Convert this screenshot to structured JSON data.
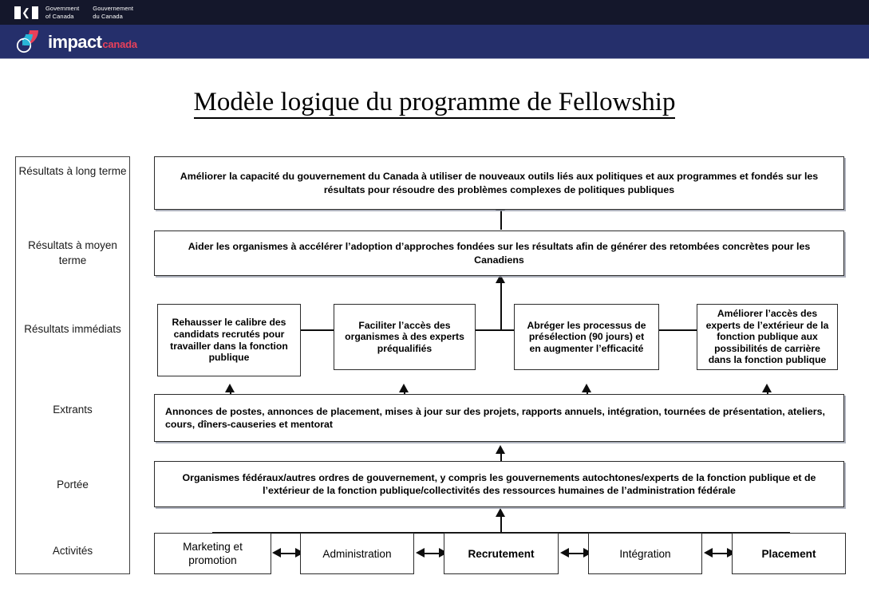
{
  "header": {
    "goc": {
      "en": "Government\nof Canada",
      "en_line1": "Government",
      "en_line2": "of Canada",
      "fr_line1": "Gouvernement",
      "fr_line2": "du Canada",
      "flag_icon": "canada-flag-icon",
      "maple_leaf": "❦"
    },
    "brand": {
      "word_primary": "impact",
      "word_secondary": "canada",
      "logo_icon": "impact-canada-logo-icon",
      "bar_color": "#252f6b",
      "accent_color": "#e8405a",
      "teal_color": "#29b6d8",
      "topbar_color": "#14172b"
    }
  },
  "title": "Modèle logique du programme de Fellowship",
  "stages": [
    {
      "label": "Résultats à long terme"
    },
    {
      "label": "Résultats à moyen terme"
    },
    {
      "label": "Résultats immédiats"
    },
    {
      "label": "Extrants"
    },
    {
      "label": "Portée"
    },
    {
      "label": "Activités"
    }
  ],
  "long_term": "Améliorer la capacité du gouvernement du Canada à utiliser de nouveaux outils liés aux politiques et aux programmes et fondés sur les résultats pour résoudre des problèmes complexes de politiques publiques",
  "medium_term": "Aider les organismes à accélérer l’adoption d’approches fondées sur les résultats afin de générer des retombées concrètes pour les Canadiens",
  "immediate": [
    {
      "text": "Rehausser le calibre des candidats recrutés pour travailler dans la fonction publique"
    },
    {
      "text": "Faciliter l’accès des organismes à des experts préqualifiés"
    },
    {
      "text": "Abréger les processus de présélection (90 jours) et en augmenter l’efficacité"
    },
    {
      "text": "Améliorer l’accès des experts de l’extérieur de la fonction publique aux possibilités de carrière dans la fonction publique"
    }
  ],
  "outputs": "Annonces de postes, annonces de placement, mises à jour sur des projets, rapports annuels, intégration, tournées de présentation, ateliers, cours, dîners-causeries et mentorat",
  "reach": "Organismes fédéraux/autres ordres de gouvernement, y compris les gouvernements autochtones/experts de la fonction publique et de l’extérieur de la fonction publique/collectivités des ressources humaines de l’administration fédérale",
  "activities": [
    {
      "label": "Marketing et promotion",
      "bold": false
    },
    {
      "label": "Administration",
      "bold": false
    },
    {
      "label": "Recrutement",
      "bold": true
    },
    {
      "label": "Intégration",
      "bold": false
    },
    {
      "label": "Placement",
      "bold": true
    }
  ]
}
